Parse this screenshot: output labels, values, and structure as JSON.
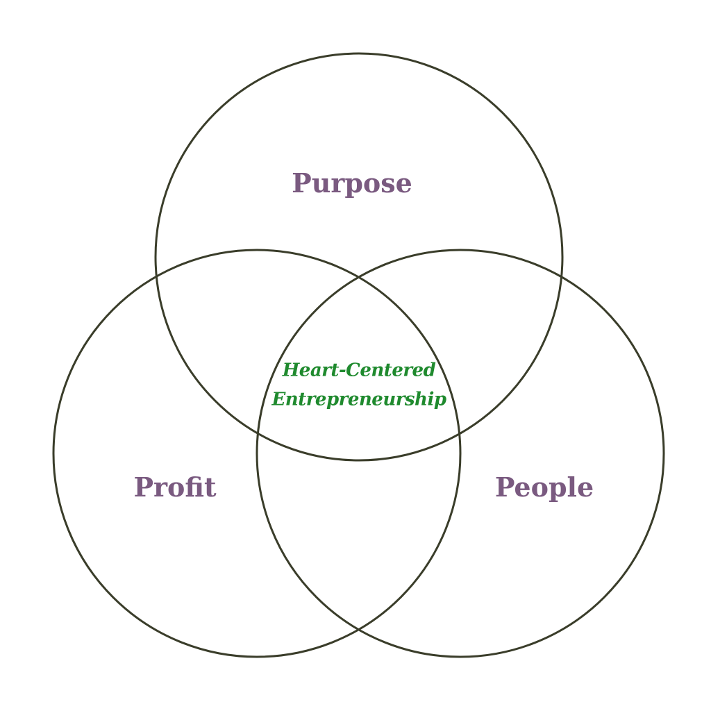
{
  "diagram": {
    "type": "venn",
    "circles": [
      {
        "id": "purpose",
        "label": "Purpose"
      },
      {
        "id": "profit",
        "label": "Profit"
      },
      {
        "id": "people",
        "label": "People"
      }
    ],
    "intersection": {
      "line1": "Heart-Centered",
      "line2": "Entrepreneurship"
    }
  },
  "colors": {
    "circle_stroke": "#3a3d2a",
    "circle_label": "#7a5a80",
    "intersection_label": "#1f8a2e"
  }
}
